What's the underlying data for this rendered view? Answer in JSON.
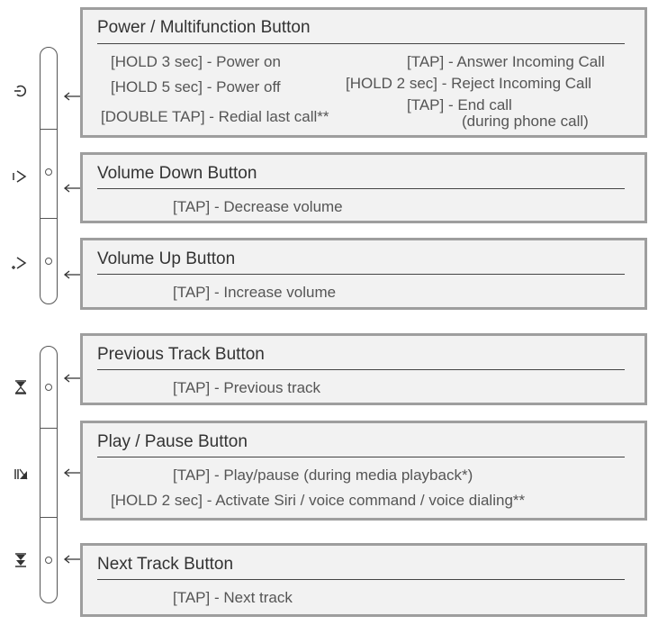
{
  "device": {
    "icons": {
      "power": "power-icon",
      "vol_down": "volume-down-icon",
      "vol_up": "volume-up-icon",
      "prev": "previous-track-icon",
      "play": "play-pause-icon",
      "next": "next-track-icon"
    }
  },
  "power": {
    "title": "Power / Multifunction Button",
    "left": [
      "[HOLD 3 sec] - Power on",
      "[HOLD 5 sec] - Power off",
      "[DOUBLE TAP] - Redial last call**"
    ],
    "right": [
      "[TAP] - Answer Incoming Call",
      "[HOLD 2 sec] - Reject Incoming Call",
      "[TAP] - End call",
      "(during phone call)"
    ]
  },
  "volume_down": {
    "title": "Volume Down Button",
    "lines": [
      "[TAP] - Decrease volume"
    ]
  },
  "volume_up": {
    "title": "Volume Up Button",
    "lines": [
      "[TAP] - Increase volume"
    ]
  },
  "previous": {
    "title": "Previous Track Button",
    "lines": [
      "[TAP] - Previous track"
    ]
  },
  "play_pause": {
    "title": "Play / Pause Button",
    "lines": [
      "[TAP] - Play/pause (during media playback*)",
      "[HOLD 2 sec] - Activate Siri / voice command / voice dialing**"
    ]
  },
  "next": {
    "title": "Next Track Button",
    "lines": [
      "[TAP] - Next track"
    ]
  }
}
